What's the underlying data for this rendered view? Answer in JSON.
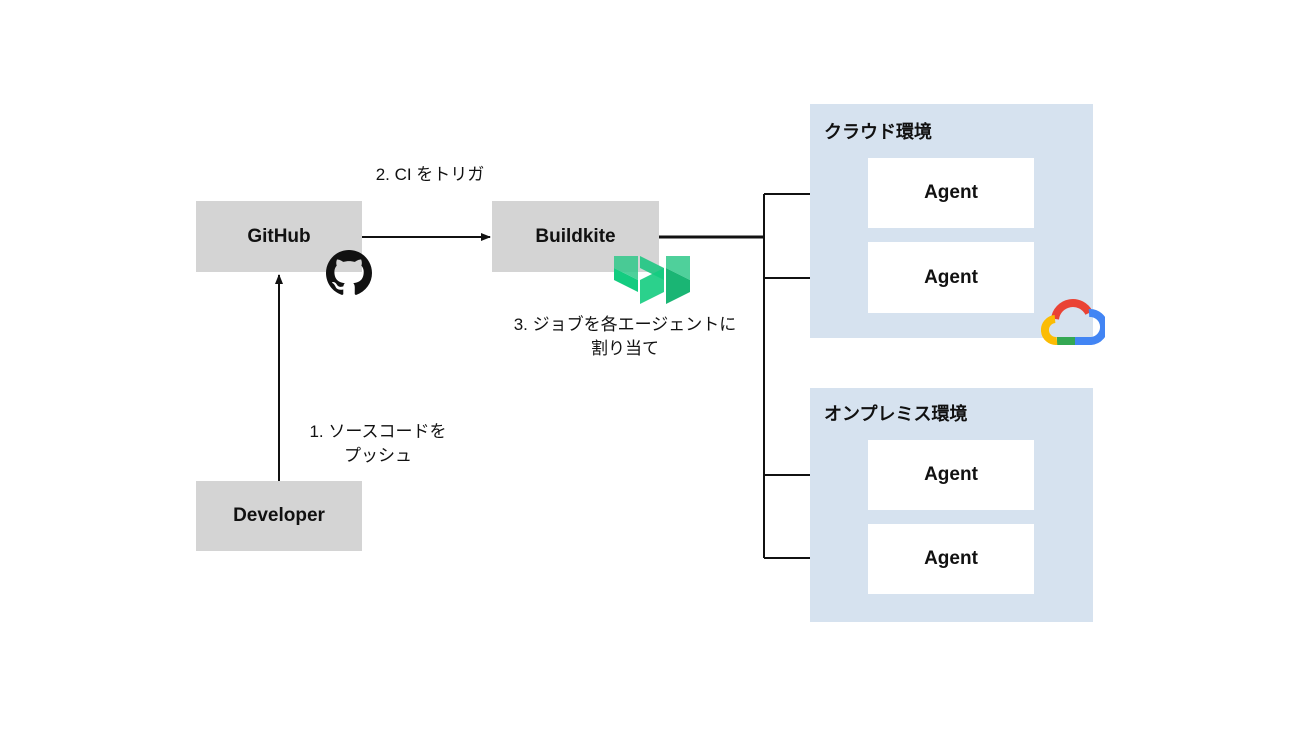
{
  "nodes": {
    "github": "GitHub",
    "buildkite": "Buildkite",
    "developer": "Developer"
  },
  "edges": {
    "push": [
      "1. ソースコードを",
      "プッシュ"
    ],
    "trigger": "2. CI をトリガ",
    "assign": [
      "3. ジョブを各エージェントに",
      "割り当て"
    ]
  },
  "environments": {
    "cloud": {
      "title": "クラウド環境",
      "agents": [
        "Agent",
        "Agent"
      ]
    },
    "onprem": {
      "title": "オンプレミス環境",
      "agents": [
        "Agent",
        "Agent"
      ]
    }
  },
  "icons": {
    "github": "github-octocat-icon",
    "buildkite": "buildkite-logo-icon",
    "cloud": "google-cloud-logo-icon"
  },
  "colors": {
    "node_fill": "#d4d4d4",
    "env_fill": "#d6e2ef",
    "buildkite_green": "#30c88a",
    "gcp_red": "#ea4335",
    "gcp_yellow": "#fbbc04",
    "gcp_green": "#34a853",
    "gcp_blue": "#4285f4"
  }
}
